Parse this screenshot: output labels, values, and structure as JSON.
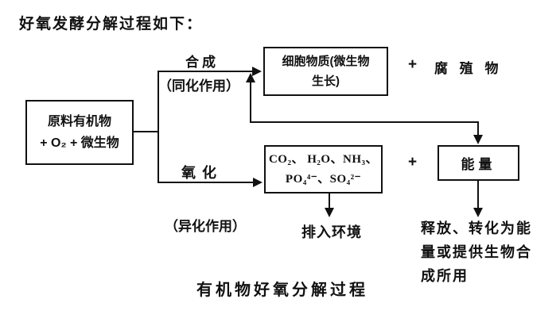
{
  "title": "好氧发酵分解过程如下：",
  "caption": "有机物好氧分解过程",
  "boxes": {
    "source": {
      "line1": "原料有机物",
      "line2": "+ O₂ + 微生物"
    },
    "cell": {
      "line1": "细胞物质(微生物",
      "line2": "生长)"
    },
    "products": {
      "line1": "CO₂、 H₂O、NH₃、",
      "line2": "PO₄⁴⁻、SO₄²⁻"
    },
    "energy": {
      "label": "能量"
    }
  },
  "labels": {
    "synthesis": "合成",
    "assimilation": "（同化作用）",
    "oxidation": "氧化",
    "dissimilation": "（异化作用）",
    "plus_humus": "+",
    "humus": "腐 殖 物",
    "plus_energy": "+",
    "discharge": "排入环境",
    "energy_fate_line1": "释放、转化为能",
    "energy_fate_line2": "量或提供生物合",
    "energy_fate_line3": "成所用"
  },
  "colors": {
    "ink": "#111111",
    "background": "#ffffff"
  }
}
